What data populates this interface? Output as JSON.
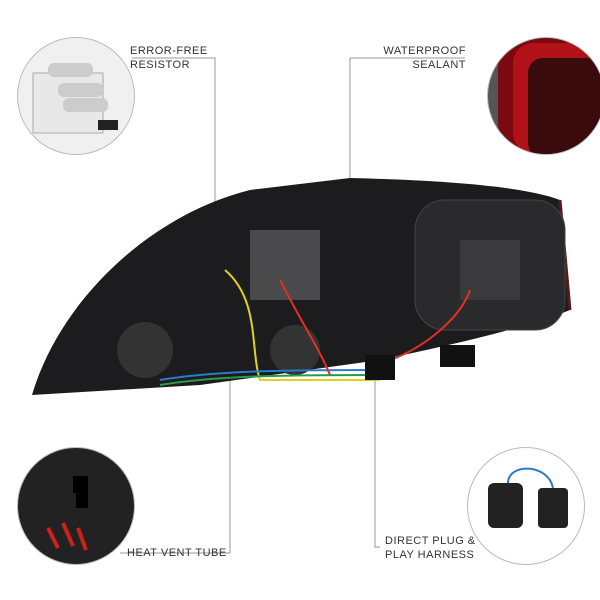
{
  "callouts": {
    "resistor": {
      "line1": "ERROR-FREE",
      "line2": "RESISTOR"
    },
    "sealant": {
      "line1": "WATERPROOF",
      "line2": "SEALANT"
    },
    "vent": {
      "line1": "HEAT VENT TUBE"
    },
    "harness": {
      "line1": "DIRECT PLUG &",
      "line2": "PLAY HARNESS"
    }
  },
  "colors": {
    "housing": "#1c1c1e",
    "lens_red": "#b01218",
    "callout_line": "#999999",
    "vent_arrow": "#d0201c"
  }
}
